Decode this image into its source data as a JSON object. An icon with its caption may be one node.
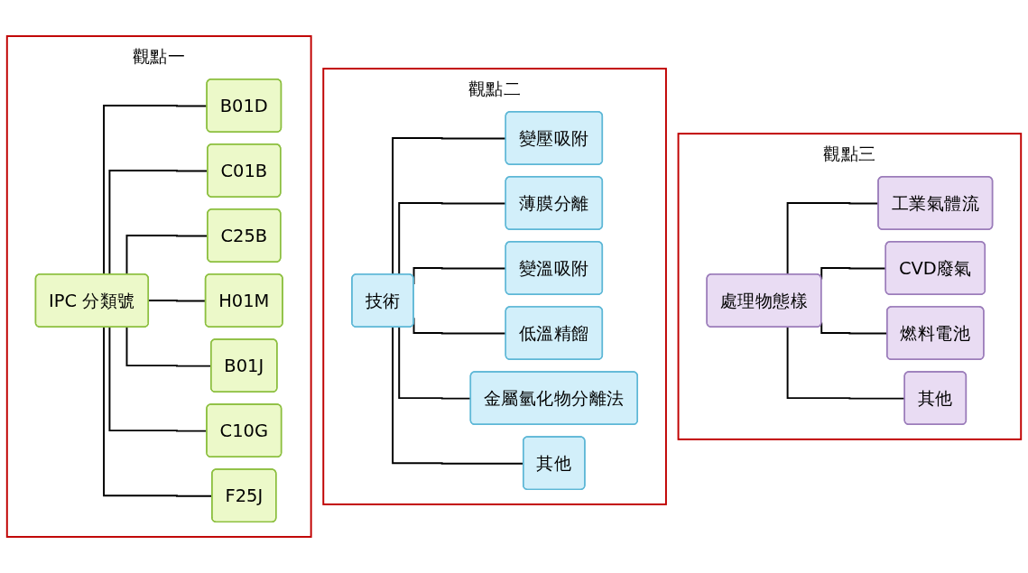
{
  "diagram": {
    "nodes": [
      {
        "text": [
          "觀點一"
        ]
      },
      {
        "text": [
          "IPC 分類號"
        ],
        "in": 0
      },
      {
        "text": [
          "B01D"
        ],
        "in": 0
      },
      {
        "text": [
          "C01B"
        ],
        "in": 0
      },
      {
        "text": [
          "C25B"
        ],
        "in": 0
      },
      {
        "text": [
          "H01M"
        ],
        "in": 0
      },
      {
        "text": [
          "B01J"
        ],
        "in": 0
      },
      {
        "text": [
          "C10G"
        ],
        "in": 0
      },
      {
        "text": [
          "F25J"
        ],
        "in": 0
      },
      {
        "text": [
          "觀點二"
        ]
      },
      {
        "text": [
          "技術"
        ],
        "in": 9
      },
      {
        "text": [
          "變壓吸附"
        ],
        "in": 9
      },
      {
        "text": [
          "薄膜分離"
        ],
        "in": 9
      },
      {
        "text": [
          "變溫吸附"
        ],
        "in": 9
      },
      {
        "text": [
          "低溫精餾"
        ],
        "in": 9
      },
      {
        "text": [
          "金屬氫化物分離法"
        ],
        "in": 9
      },
      {
        "text": [
          "其他"
        ],
        "in": 9
      },
      {
        "text": [
          "觀點三"
        ]
      },
      {
        "text": [
          "處理物態樣"
        ],
        "in": 17
      },
      {
        "text": [
          "工業氣體流"
        ],
        "in": 17
      },
      {
        "text": [
          "CVD廢氣"
        ],
        "in": 17
      },
      {
        "text": [
          "燃料電池"
        ],
        "in": 17
      },
      {
        "text": [
          "其他"
        ],
        "in": 17
      }
    ],
    "edges": [
      {
        "from": 1,
        "to": 2,
        "arrow": "none"
      },
      {
        "from": 1,
        "to": 3,
        "arrow": "none"
      },
      {
        "from": 1,
        "to": 4,
        "arrow": "none"
      },
      {
        "from": 1,
        "to": 5,
        "arrow": "none"
      },
      {
        "from": 1,
        "to": 6,
        "arrow": "none"
      },
      {
        "from": 1,
        "to": 7,
        "arrow": "none"
      },
      {
        "from": 1,
        "to": 8,
        "arrow": "none"
      },
      {
        "from": 10,
        "to": 11,
        "arrow": "none"
      },
      {
        "from": 10,
        "to": 12,
        "arrow": "none"
      },
      {
        "from": 10,
        "to": 13,
        "arrow": "none"
      },
      {
        "from": 10,
        "to": 14,
        "arrow": "none"
      },
      {
        "from": 10,
        "to": 15,
        "arrow": "none"
      },
      {
        "from": 10,
        "to": 16,
        "arrow": "none"
      },
      {
        "from": 18,
        "to": 19,
        "arrow": "none"
      },
      {
        "from": 18,
        "to": 20,
        "arrow": "none"
      },
      {
        "from": 18,
        "to": 21,
        "arrow": "none"
      },
      {
        "from": 18,
        "to": 22,
        "arrow": "none"
      }
    ]
  }
}
